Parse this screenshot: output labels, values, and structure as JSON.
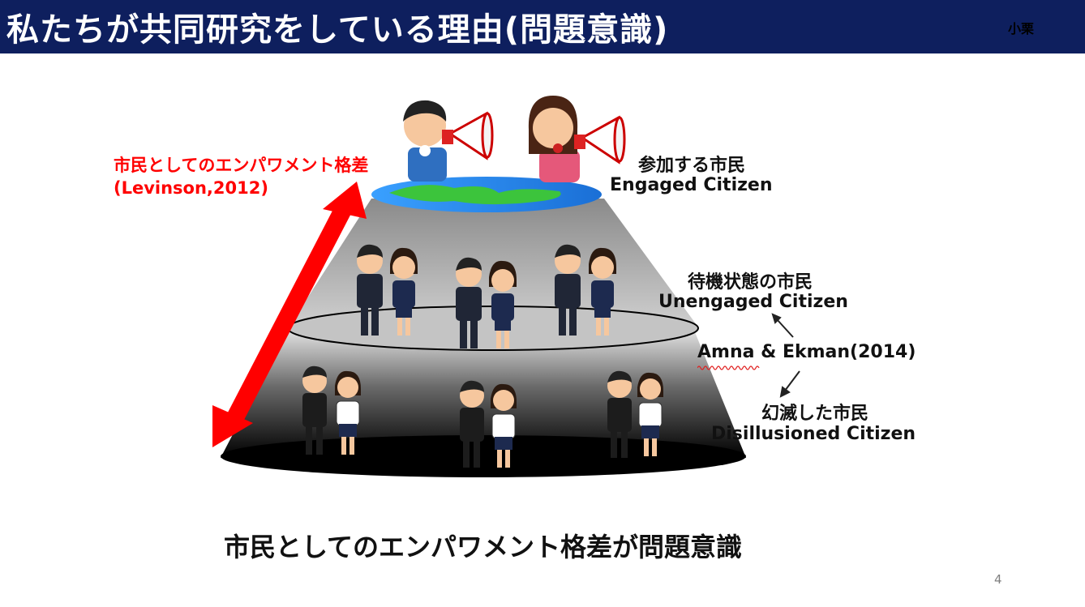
{
  "header": {
    "title": "私たちが共同研究をしている理由(問題意識)",
    "author": "小栗"
  },
  "diagram": {
    "gap_label_line1": "市民としてのエンパワメント格差",
    "gap_label_line2": "(Levinson,2012)",
    "engaged_ja": "参加する市民",
    "engaged_en": "Engaged Citizen",
    "unengaged_ja": "待機状態の市民",
    "unengaged_en": "Unengaged Citizen",
    "source": "Amna & Ekman(2014)",
    "disillusioned_ja": "幻滅した市民",
    "disillusioned_en": "Disillusioned Citizen"
  },
  "caption": "市民としてのエンパワメント格差が問題意識",
  "page_number": "4",
  "colors": {
    "title_bar": "#0e1f5e",
    "arrow": "#ff0000",
    "globe": "#1e90ff"
  }
}
